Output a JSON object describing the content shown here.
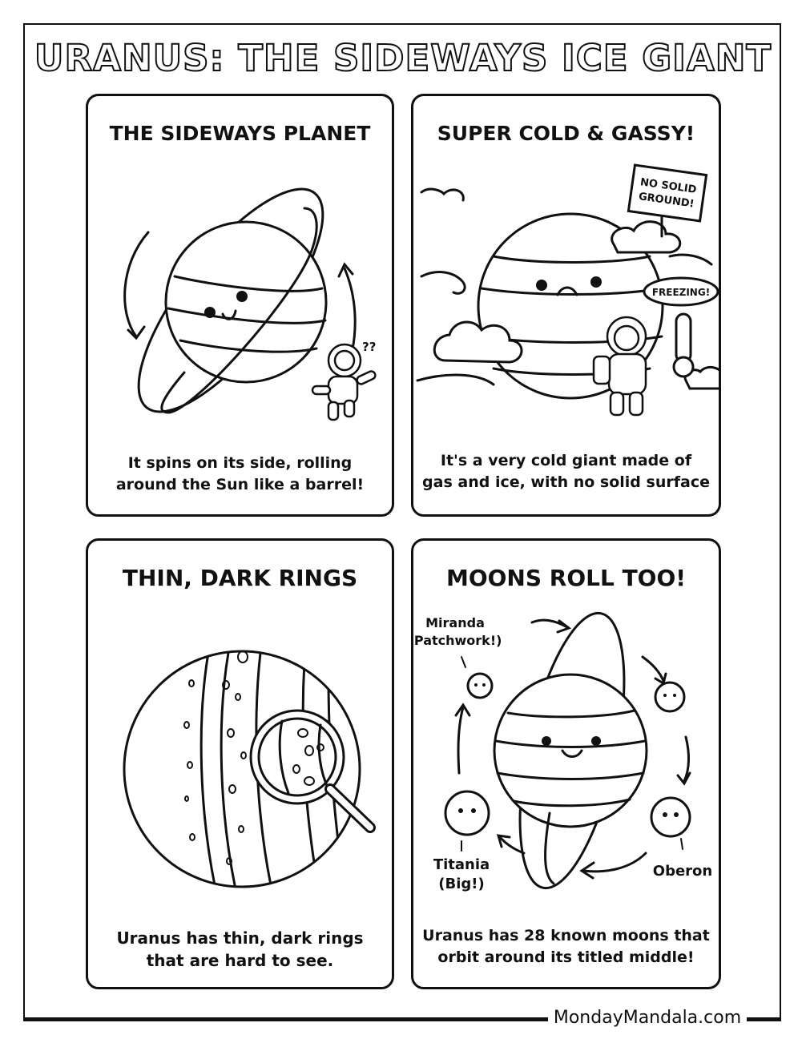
{
  "page": {
    "title": "URANUS: THE SIDEWAYS ICE GIANT",
    "brand": "MondayMandala.com"
  },
  "panels": [
    {
      "heading": "THE SIDEWAYS PLANET",
      "caption_lines": [
        "It spins on its side, rolling",
        "around the Sun like a barrel!"
      ],
      "labels": {
        "astronaut_question": "??"
      }
    },
    {
      "heading": "SUPER COLD & GASSY!",
      "caption_lines": [
        "It's a very cold giant made of",
        "gas and ice, with no solid surface"
      ],
      "labels": {
        "sign_line1": "NO SOLID",
        "sign_line2": "GROUND!",
        "speech": "FREEZING!"
      }
    },
    {
      "heading": "THIN, DARK RINGS",
      "caption_lines": [
        "Uranus has thin, dark rings",
        "that are hard to see."
      ],
      "labels": {}
    },
    {
      "heading": "MOONS ROLL TOO!",
      "caption_lines": [
        "Uranus has 28 known moons that",
        "orbit around its titled middle!"
      ],
      "labels": {
        "miranda_line1": "Miranda",
        "miranda_line2": "(Patchwork!)",
        "titania_line1": "Titania",
        "titania_line2": "(Big!)",
        "oberon": "Oberon"
      }
    }
  ]
}
